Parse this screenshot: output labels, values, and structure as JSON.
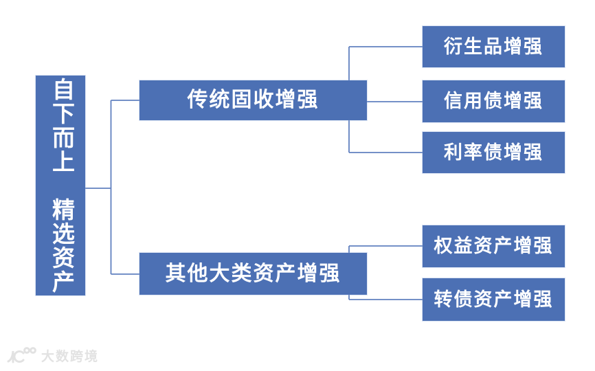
{
  "diagram": {
    "root": {
      "label": "自下而上　精选资产"
    },
    "branches": [
      {
        "label": "传统固收增强",
        "children": [
          {
            "label": "衍生品增强"
          },
          {
            "label": "信用债增强"
          },
          {
            "label": "利率债增强"
          }
        ]
      },
      {
        "label": "其他大类资产增强",
        "children": [
          {
            "label": "权益资产增强"
          },
          {
            "label": "转债资产增强"
          }
        ]
      }
    ]
  },
  "watermark": {
    "brand": "大数跨境"
  },
  "colors": {
    "node_fill": "#4c70b4",
    "node_text": "#ffffff",
    "connector": "#6080bf",
    "watermark": "#e2e2e2",
    "background": "#ffffff"
  }
}
